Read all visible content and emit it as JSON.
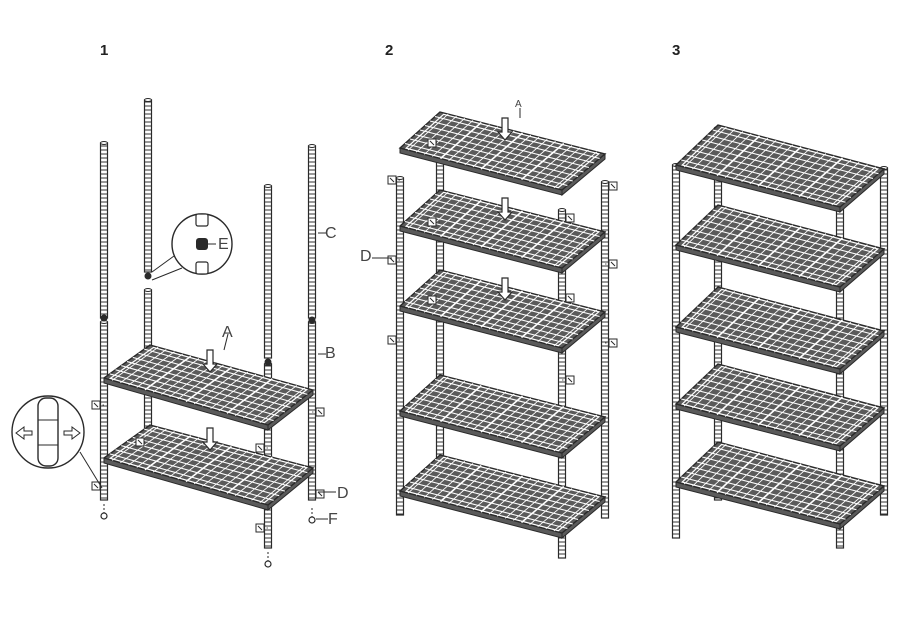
{
  "steps": [
    {
      "number": "1"
    },
    {
      "number": "2"
    },
    {
      "number": "3"
    }
  ],
  "labels": {
    "step1": {
      "A": "A",
      "B": "B",
      "C": "C",
      "D": "D",
      "E": "E",
      "F": "F"
    },
    "step2": {
      "A": "A",
      "D": "D"
    }
  },
  "colors": {
    "line": "#2a2a2a",
    "shelf_fill": "#5a5a5a",
    "background": "#ffffff"
  }
}
